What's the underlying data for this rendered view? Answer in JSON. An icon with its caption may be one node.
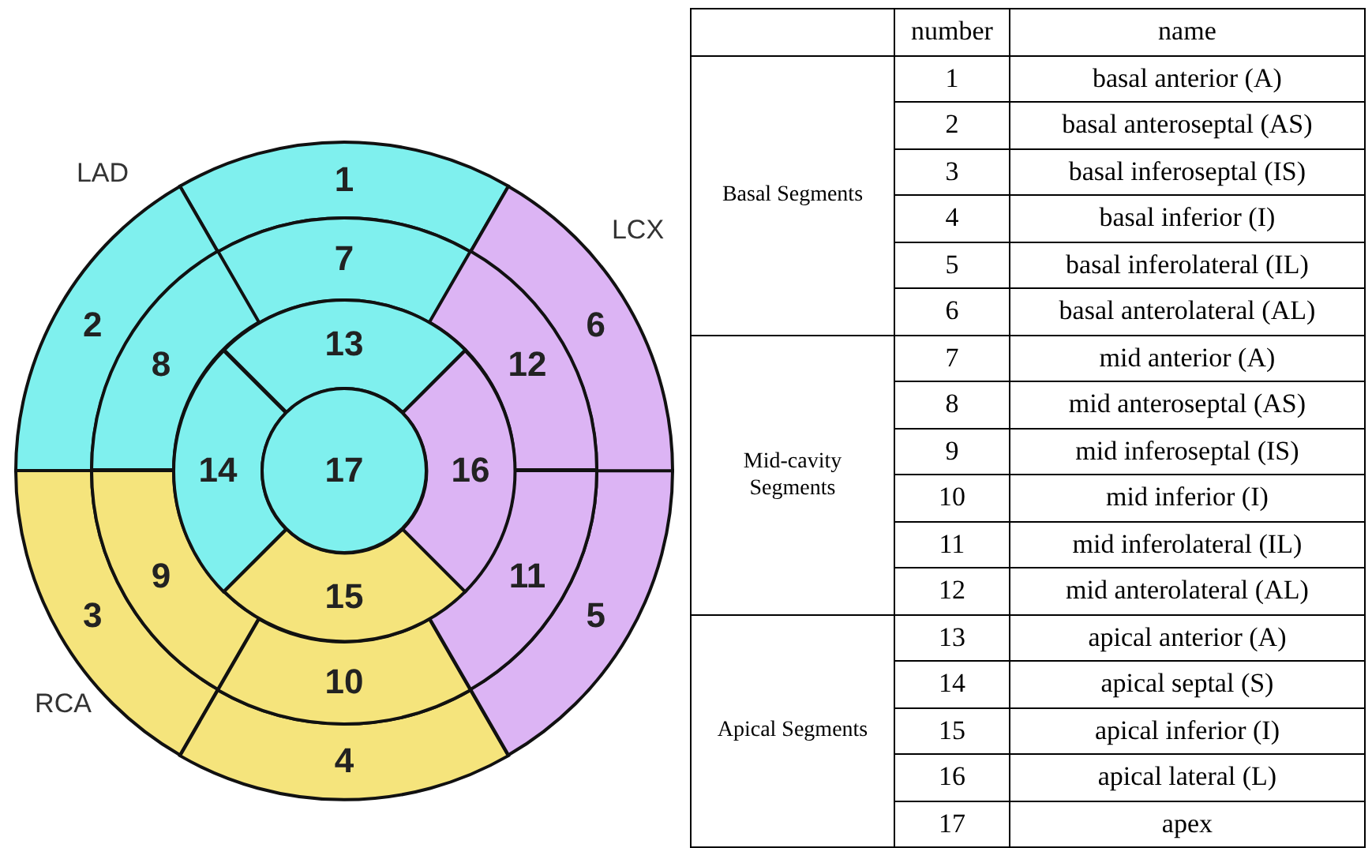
{
  "diagram": {
    "nodes": [
      {
        "text": [
          "1"
        ]
      },
      {
        "text": [
          "2"
        ]
      },
      {
        "text": [
          "3"
        ]
      },
      {
        "text": [
          "4"
        ]
      },
      {
        "text": [
          "5"
        ]
      },
      {
        "text": [
          "6"
        ]
      },
      {
        "text": [
          "7"
        ]
      },
      {
        "text": [
          "8"
        ]
      },
      {
        "text": [
          "9"
        ]
      },
      {
        "text": [
          "10"
        ]
      },
      {
        "text": [
          "11"
        ]
      },
      {
        "text": [
          "12"
        ]
      },
      {
        "text": [
          "13"
        ]
      },
      {
        "text": [
          "14"
        ]
      },
      {
        "text": [
          "15"
        ]
      },
      {
        "text": [
          "16"
        ]
      },
      {
        "text": [
          "17"
        ]
      }
    ],
    "labels": [
      "LAD",
      "LCX",
      "RCA",
      "number",
      "name",
      "Basal Segments",
      "1",
      "basal anterior (A)",
      "2",
      "basal anteroseptal (AS)",
      "3",
      "basal inferoseptal (IS)",
      "4",
      "basal inferior (I)",
      "5",
      "basal inferolateral (IL)",
      "6",
      "basal anterolateral (AL)",
      "Mid-cavity Segments",
      "7",
      "mid anterior (A)",
      "8",
      "mid anteroseptal (AS)",
      "9",
      "mid inferoseptal (IS)",
      "10",
      "mid inferior (I)",
      "11",
      "mid inferolateral (IL)",
      "12",
      "mid anterolateral (AL)",
      "Apical Segments",
      "13",
      "apical anterior (A)",
      "14",
      "apical septal (S)",
      "15",
      "apical inferior (I)",
      "16",
      "apical lateral (L)",
      "17",
      "apex"
    ]
  }
}
